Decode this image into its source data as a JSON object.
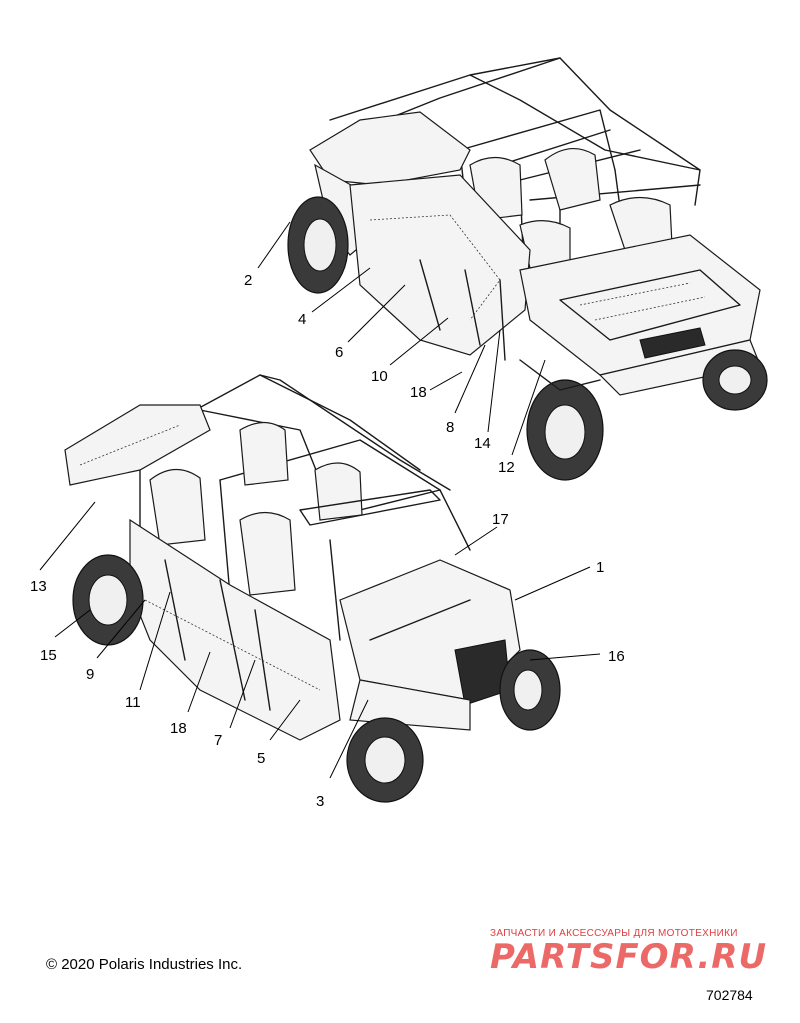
{
  "callouts": [
    {
      "label": "1"
    },
    {
      "label": "2"
    },
    {
      "label": "3"
    },
    {
      "label": "4"
    },
    {
      "label": "5"
    },
    {
      "label": "6"
    },
    {
      "label": "7"
    },
    {
      "label": "8"
    },
    {
      "label": "9"
    },
    {
      "label": "10"
    },
    {
      "label": "11"
    },
    {
      "label": "12"
    },
    {
      "label": "13"
    },
    {
      "label": "14"
    },
    {
      "label": "15"
    },
    {
      "label": "16"
    },
    {
      "label": "17"
    },
    {
      "label": "18"
    },
    {
      "label": "18"
    }
  ],
  "footer": {
    "copyright": "© 2020 Polaris Industries Inc.",
    "diagram_number": "702784"
  },
  "watermark": {
    "tagline": "ЗАПЧАСТИ И АКСЕССУАРЫ ДЛЯ МОТОТЕХНИКИ",
    "logo": "PARTSFOR.RU",
    "color": "#e53935"
  }
}
